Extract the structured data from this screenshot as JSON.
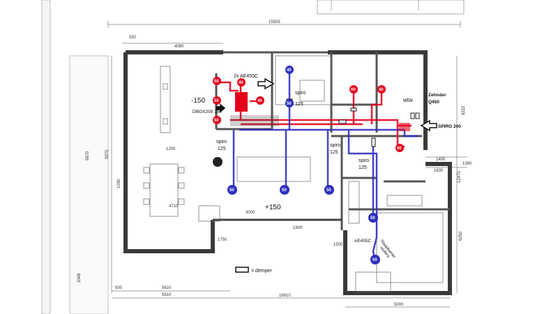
{
  "colors": {
    "supply": "#e3001b",
    "extract": "#2d2fbf",
    "wall": "#3a3a3a"
  },
  "labels": {
    "unit_top": "2x AE455C",
    "minus": "-150",
    "dbox": "DBOX208 180",
    "spiro_a": "spiro",
    "spiro_a_size": "125",
    "spiro_b": "spiro",
    "spiro_b_size": "125",
    "spiro_c": "spiro",
    "spiro_c_size": "125",
    "spiro_d": "spiro",
    "spiro_d_size": "125",
    "wtw": "wtw",
    "zehnder": "Zehnder",
    "zehnder_model": "Q450",
    "spiro200": "SPIRO 200",
    "plus": "+150",
    "ae_side": "AE455C",
    "legend": "= demper",
    "bedroom": "Slaapkamer",
    "bedroom2": "ouders"
  },
  "dims": {
    "top": "15505",
    "d550": "550",
    "d4080": "4080",
    "d1200": "1200",
    "d4710": "4710",
    "d3000": "3000",
    "d1800": "1800",
    "d1400": "1400",
    "d1390": "1390",
    "d1630": "1630",
    "d1750": "1750",
    "d1500": "1500",
    "d5610": "5610",
    "d5610b": "5610",
    "d16910": "16910",
    "d5000": "5000",
    "d500": "500",
    "d3348": "3348",
    "d8222": "8222",
    "d12470": "12470",
    "d6250": "6250",
    "d9870": "9870",
    "d5970": "5970",
    "d1030": "1030"
  },
  "valves": {
    "r1": "50",
    "r2": "50",
    "r3": "50",
    "r4": "40",
    "r5": "40",
    "r6": "60",
    "r7": "40",
    "r8": "60",
    "b1": "40",
    "b2": "50",
    "b3": "50",
    "b4": "50",
    "b5": "50",
    "b6": "50",
    "b7": "50"
  }
}
